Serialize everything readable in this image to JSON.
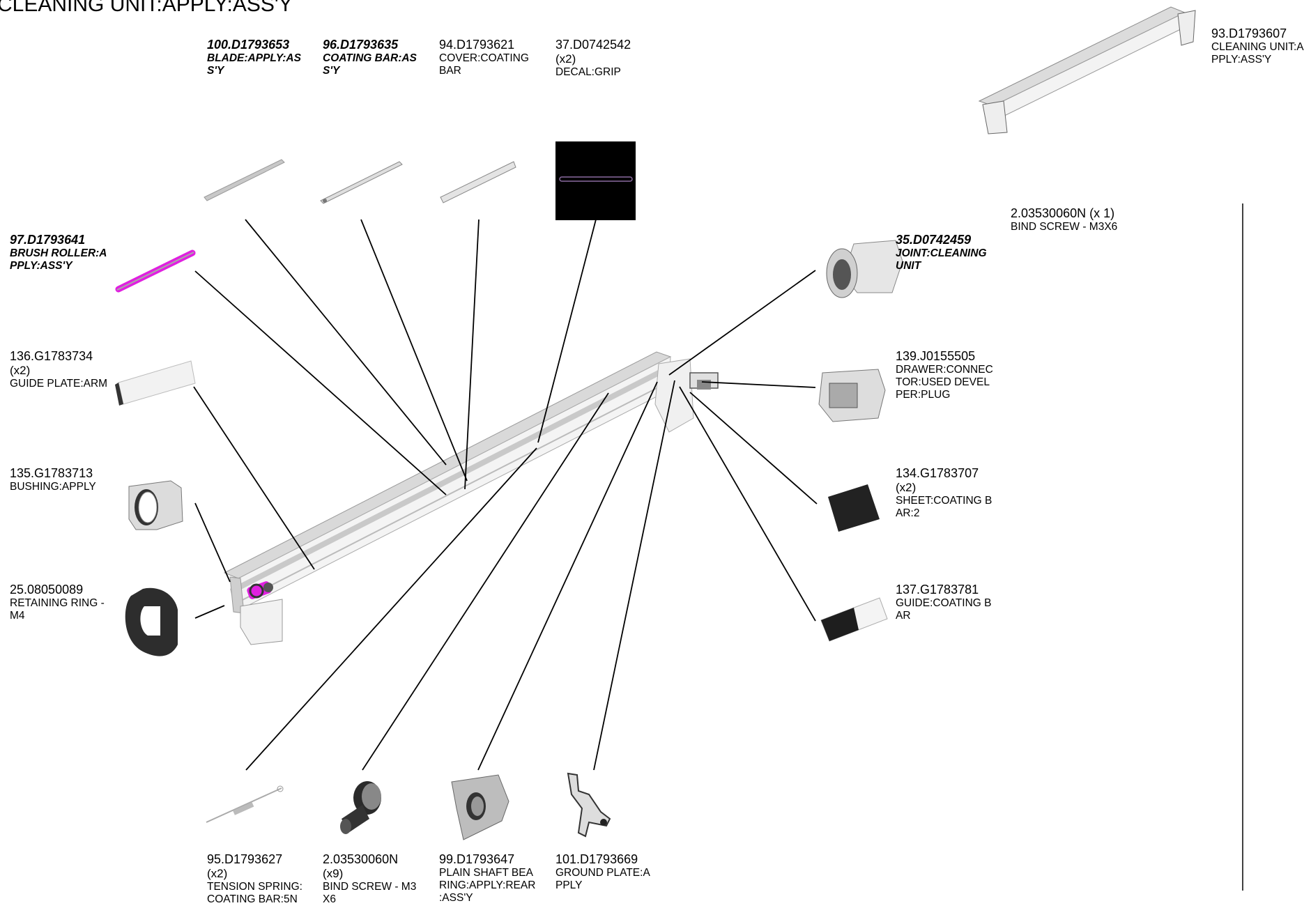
{
  "title": "CLEANING UNIT:APPLY:ASS'Y",
  "parts": {
    "p93": {
      "num": "93.D1793607",
      "qty": "",
      "desc": "CLEANING UNIT:A\nPPLY:ASS'Y"
    },
    "p100": {
      "num": "100.D1793653",
      "qty": "",
      "desc": "BLADE:APPLY:AS\nS'Y"
    },
    "p96": {
      "num": "96.D1793635",
      "qty": "",
      "desc": "COATING BAR:AS\nS'Y"
    },
    "p94": {
      "num": "94.D1793621",
      "qty": "",
      "desc": "COVER:COATING\nBAR"
    },
    "p37": {
      "num": "37.D0742542",
      "qty": "(x2)",
      "desc": "DECAL:GRIP"
    },
    "p2a": {
      "num": "2.03530060N (x 1)",
      "qty": "",
      "desc": "BIND SCREW - M3X6"
    },
    "p97": {
      "num": "97.D1793641",
      "qty": "",
      "desc": "BRUSH ROLLER:A\nPPLY:ASS'Y"
    },
    "p35": {
      "num": "35.D0742459",
      "qty": "",
      "desc": "JOINT:CLEANING\nUNIT"
    },
    "p136": {
      "num": "136.G1783734",
      "qty": "(x2)",
      "desc": "GUIDE PLATE:ARM"
    },
    "p139": {
      "num": "139.J0155505",
      "qty": "",
      "desc": "DRAWER:CONNEC\nTOR:USED DEVEL\nPER:PLUG"
    },
    "p135": {
      "num": "135.G1783713",
      "qty": "",
      "desc": "BUSHING:APPLY"
    },
    "p134": {
      "num": "134.G1783707",
      "qty": "(x2)",
      "desc": "SHEET:COATING B\nAR:2"
    },
    "p25": {
      "num": "25.08050089",
      "qty": "",
      "desc": "RETAINING RING -\nM4"
    },
    "p137": {
      "num": "137.G1783781",
      "qty": "",
      "desc": "GUIDE:COATING B\nAR"
    },
    "p95": {
      "num": "95.D1793627",
      "qty": "(x2)",
      "desc": "TENSION SPRING:\nCOATING BAR:5N"
    },
    "p2b": {
      "num": "2.03530060N",
      "qty": "(x9)",
      "desc": "BIND SCREW - M3\nX6"
    },
    "p99": {
      "num": "99.D1793647",
      "qty": "",
      "desc": "PLAIN SHAFT BEA\nRING:APPLY:REAR\n:ASS'Y"
    },
    "p101": {
      "num": "101.D1793669",
      "qty": "",
      "desc": "GROUND PLATE:A\nPPLY"
    }
  },
  "colors": {
    "highlight": "#e020e0",
    "line": "#000000",
    "decal_bg": "#000000",
    "part_gray": "#bdbdbd"
  }
}
